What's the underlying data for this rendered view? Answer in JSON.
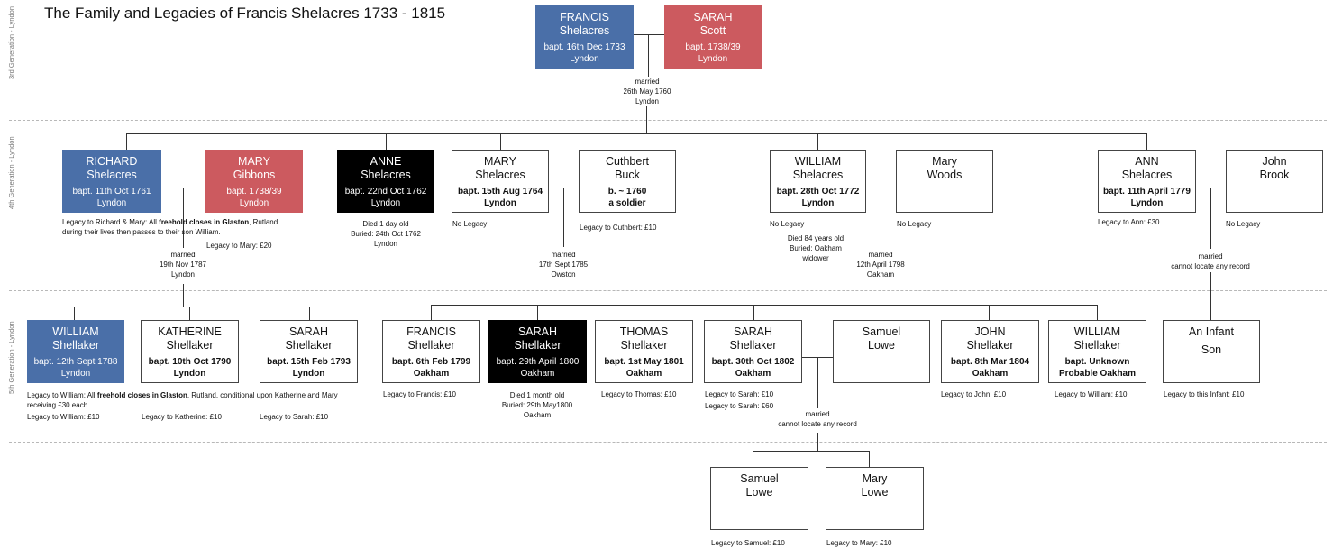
{
  "title": "The Family and Legacies of Francis Shelacres 1733 - 1815",
  "generations": {
    "g3": "3rd Generation - Lyndon",
    "g4": "4th Generation - Lyndon",
    "g5": "5th Generation - Lyndon"
  },
  "people": {
    "francis_sr": {
      "first": "FRANCIS",
      "last": "Shelacres",
      "l1": "bapt. 16th Dec 1733",
      "l2": "Lyndon"
    },
    "sarah_scott": {
      "first": "SARAH",
      "last": "Scott",
      "l1": "bapt. 1738/39",
      "l2": "Lyndon"
    },
    "richard": {
      "first": "RICHARD",
      "last": "Shelacres",
      "l1": "bapt. 11th Oct 1761",
      "l2": "Lyndon"
    },
    "mary_gibbons": {
      "first": "MARY",
      "last": "Gibbons",
      "l1": "bapt. 1738/39",
      "l2": "Lyndon"
    },
    "anne": {
      "first": "ANNE",
      "last": "Shelacres",
      "l1": "bapt. 22nd Oct 1762",
      "l2": "Lyndon"
    },
    "mary_sh": {
      "first": "MARY",
      "last": "Shelacres",
      "l1": "bapt. 15th Aug 1764",
      "l2": "Lyndon"
    },
    "cuthbert": {
      "first": "Cuthbert",
      "last": "Buck",
      "l1": "b. ~ 1760",
      "l2": "a soldier"
    },
    "william_sh": {
      "first": "WILLIAM",
      "last": "Shelacres",
      "l1": "bapt. 28th Oct 1772",
      "l2": "Lyndon"
    },
    "mary_woods": {
      "first": "Mary",
      "last": "Woods",
      "l1": "",
      "l2": ""
    },
    "ann_sh": {
      "first": "ANN",
      "last": "Shelacres",
      "l1": "bapt. 11th April 1779",
      "l2": "Lyndon"
    },
    "john_brook": {
      "first": "John",
      "last": "Brook",
      "l1": "",
      "l2": ""
    },
    "william_shk": {
      "first": "WILLIAM",
      "last": "Shellaker",
      "l1": "bapt. 12th Sept 1788",
      "l2": "Lyndon"
    },
    "katherine": {
      "first": "KATHERINE",
      "last": "Shellaker",
      "l1": "bapt. 10th Oct 1790",
      "l2": "Lyndon"
    },
    "sarah_1793": {
      "first": "SARAH",
      "last": "Shellaker",
      "l1": "bapt. 15th Feb 1793",
      "l2": "Lyndon"
    },
    "francis_1799": {
      "first": "FRANCIS",
      "last": "Shellaker",
      "l1": "bapt. 6th Feb 1799",
      "l2": "Oakham"
    },
    "sarah_1800": {
      "first": "SARAH",
      "last": "Shellaker",
      "l1": "bapt. 29th April 1800",
      "l2": "Oakham"
    },
    "thomas": {
      "first": "THOMAS",
      "last": "Shellaker",
      "l1": "bapt. 1st May 1801",
      "l2": "Oakham"
    },
    "sarah_1802": {
      "first": "SARAH",
      "last": "Shellaker",
      "l1": "bapt. 30th Oct 1802",
      "l2": "Oakham"
    },
    "samuel_lowe_sr": {
      "first": "Samuel",
      "last": "Lowe",
      "l1": "",
      "l2": ""
    },
    "john_1804": {
      "first": "JOHN",
      "last": "Shellaker",
      "l1": "bapt. 8th Mar 1804",
      "l2": "Oakham"
    },
    "william_unk": {
      "first": "WILLIAM",
      "last": "Shellaker",
      "l1": "bapt. Unknown",
      "l2": "Probable Oakham"
    },
    "infant": {
      "first": "An Infant",
      "last": "Son",
      "l1": "",
      "l2": ""
    },
    "samuel_lowe_jr": {
      "first": "Samuel",
      "last": "Lowe",
      "l1": "",
      "l2": ""
    },
    "mary_lowe": {
      "first": "Mary",
      "last": "Lowe",
      "l1": "",
      "l2": ""
    }
  },
  "marriages": {
    "m1": {
      "word": "married",
      "date": "26th May 1760",
      "place": "Lyndon"
    },
    "m_richard": {
      "word": "married",
      "date": "19th Nov 1787",
      "place": "Lyndon"
    },
    "m_mary": {
      "word": "married",
      "date": "17th Sept 1785",
      "place": "Owston"
    },
    "m_william": {
      "word": "married",
      "date": "12th April 1798",
      "place": "Oakham"
    },
    "m_ann": {
      "word": "married",
      "date": "cannot locate any record"
    },
    "m_sarah": {
      "word": "married",
      "date": "cannot locate any record"
    }
  },
  "notes": {
    "richard_mary": {
      "pre": "Legacy to Richard & Mary:  All ",
      "bold": "freehold closes in Glaston",
      "post": ", Rutland",
      "line2": "during their lives then passes to their son William."
    },
    "legacy_mary_gibbons": "Legacy to Mary: £20",
    "anne": [
      "Died 1 day old",
      "Buried: 24th Oct 1762",
      "Lyndon"
    ],
    "mary_sh": "No Legacy",
    "cuthbert": "Legacy to Cuthbert: £10",
    "william_sh": "No Legacy",
    "william_death": [
      "Died 84 years old",
      "Buried: Oakham",
      "widower"
    ],
    "mary_woods": "No Legacy",
    "ann_sh": "Legacy to Ann: £30",
    "john_brook": "No Legacy",
    "william_5th": {
      "pre": "Legacy to William: All ",
      "bold": "freehold closes in Glaston",
      "post": ", Rutland, conditional upon Katherine and Mary",
      "line2": "receiving £30 each."
    },
    "legacy_william": "Legacy to William: £10",
    "legacy_katherine": "Legacy to Katherine: £10",
    "legacy_sarah_1793": "Legacy to Sarah: £10",
    "legacy_francis": "Legacy to Francis: £10",
    "sarah_1800": [
      "Died 1 month old",
      "Buried: 29th May1800",
      "Oakham"
    ],
    "legacy_thomas": "Legacy to Thomas: £10",
    "legacy_sarah_a": "Legacy to Sarah: £10",
    "legacy_sarah_b": "Legacy to Sarah: £60",
    "legacy_john": "Legacy to John: £10",
    "legacy_william_unk": "Legacy to William: £10",
    "legacy_infant": "Legacy to this Infant: £10",
    "legacy_samuel": "Legacy to Samuel: £10",
    "legacy_mary_lowe": "Legacy to Mary: £10"
  },
  "colors": {
    "male_line": "#4a6fa8",
    "female_spouse": "#cc5a5f",
    "died_infant": "#000000"
  }
}
